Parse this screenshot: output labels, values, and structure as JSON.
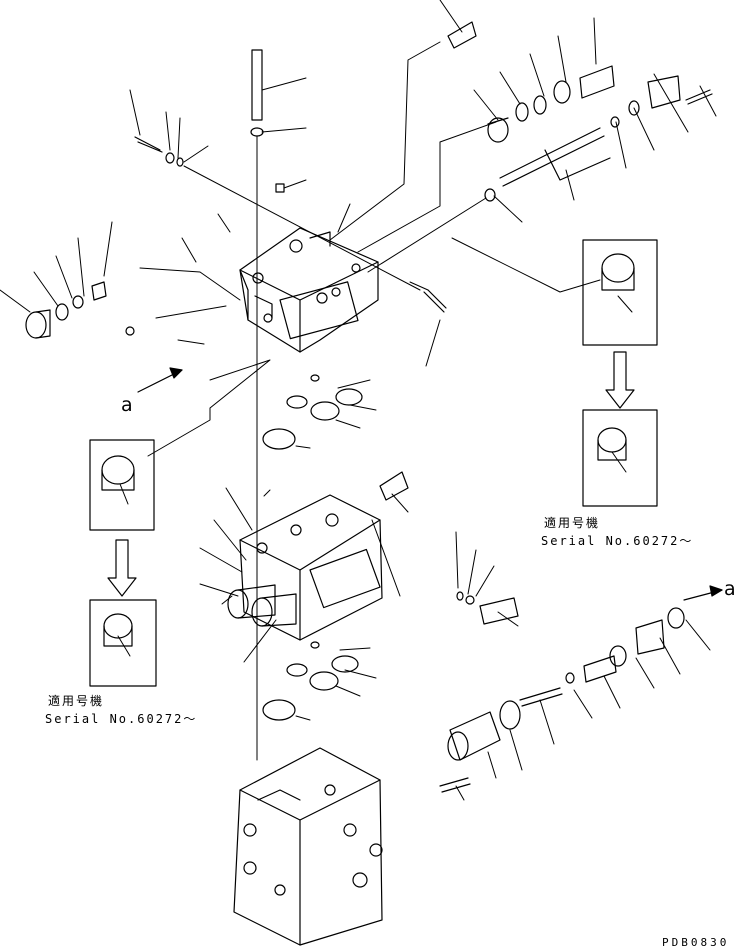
{
  "drawing_code": "PDB0830",
  "reference_letter": "a",
  "notes": [
    {
      "jp": "適用号機",
      "serial": "Serial No.60272～"
    },
    {
      "jp": "適用号機",
      "serial": "Serial No.60272～"
    }
  ],
  "colors": {
    "ink": "#000000",
    "paper": "#ffffff"
  }
}
